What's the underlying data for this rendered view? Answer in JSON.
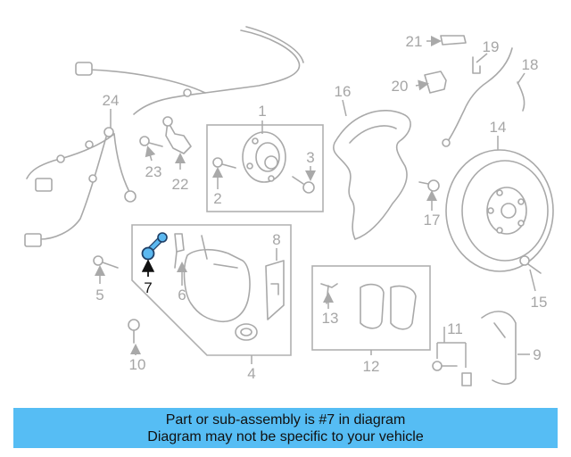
{
  "diagram": {
    "callouts": [
      "1",
      "2",
      "3",
      "4",
      "5",
      "6",
      "7",
      "8",
      "9",
      "10",
      "11",
      "12",
      "13",
      "14",
      "15",
      "16",
      "17",
      "18",
      "19",
      "20",
      "21",
      "22",
      "23",
      "24"
    ],
    "highlighted_part": "7",
    "highlight_color": "#5bb8f0",
    "line_color": "#a9a9a9"
  },
  "banner": {
    "line1": "Part or sub-assembly is #7 in diagram",
    "line2": "Diagram may not be specific to your vehicle",
    "background": "#56bdf4"
  }
}
